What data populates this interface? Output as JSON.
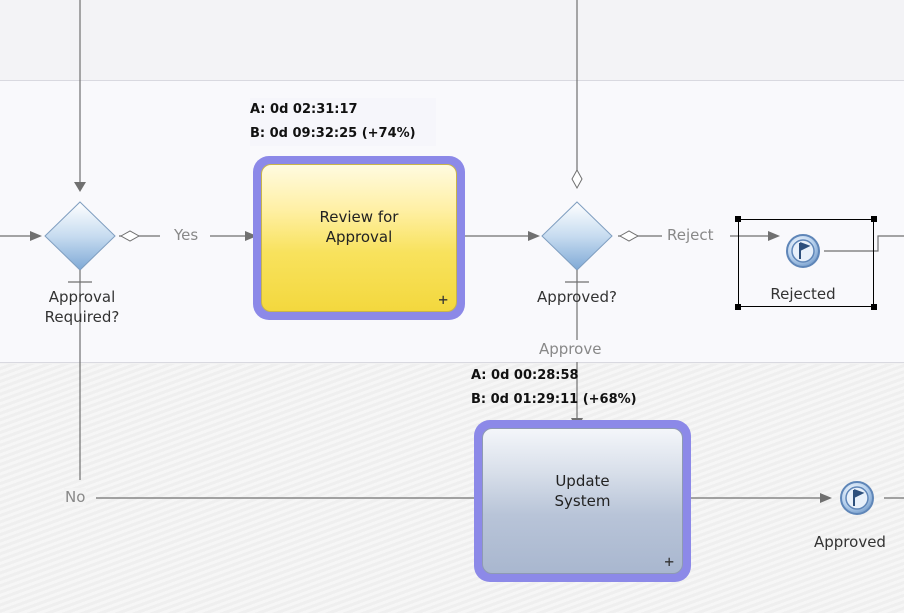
{
  "tasks": {
    "review": {
      "label": "Review for\nApproval",
      "plus": "+"
    },
    "update": {
      "label": "Update\nSystem",
      "plus": "+"
    }
  },
  "stats": {
    "review": {
      "a": "A: 0d 02:31:17",
      "b": "B: 0d 09:32:25 (+74%)"
    },
    "update": {
      "a": "A: 0d 00:28:58",
      "b": "B: 0d 01:29:11 (+68%)"
    }
  },
  "gateways": {
    "approval_required": "Approval\nRequired?",
    "approved": "Approved?"
  },
  "events": {
    "rejected": "Rejected",
    "approved": "Approved"
  },
  "flows": {
    "yes": "Yes",
    "no": "No",
    "reject": "Reject",
    "approve": "Approve"
  },
  "colors": {
    "task_border": "#8c89e8",
    "review_fill": "#f8e25d",
    "update_fill": "#b8c4d8",
    "gateway_fill": "#9ec3e6",
    "event_fill": "#a9c7ea",
    "connector": "#707070"
  }
}
